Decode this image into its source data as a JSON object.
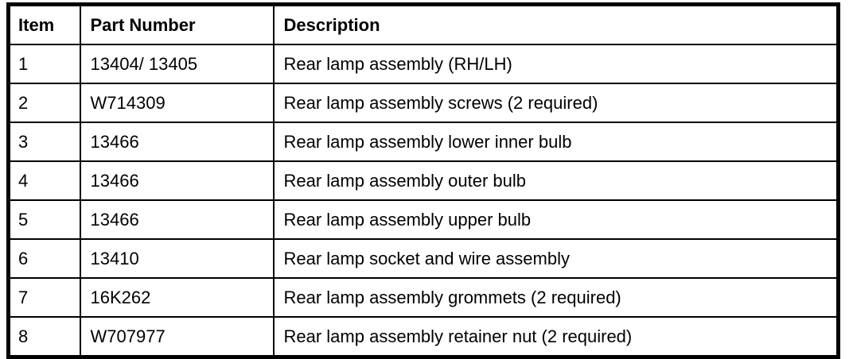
{
  "table": {
    "columns": [
      "Item",
      "Part Number",
      "Description"
    ],
    "rows": [
      {
        "item": "1",
        "part_number": "13404/ 13405",
        "description": "Rear lamp assembly (RH/LH)"
      },
      {
        "item": "2",
        "part_number": "W714309",
        "description": "Rear lamp assembly screws (2 required)"
      },
      {
        "item": "3",
        "part_number": "13466",
        "description": "Rear lamp assembly lower inner bulb"
      },
      {
        "item": "4",
        "part_number": "13466",
        "description": "Rear lamp assembly outer bulb"
      },
      {
        "item": "5",
        "part_number": "13466",
        "description": "Rear lamp assembly upper bulb"
      },
      {
        "item": "6",
        "part_number": "13410",
        "description": "Rear lamp socket and wire assembly"
      },
      {
        "item": "7",
        "part_number": "16K262",
        "description": "Rear lamp assembly grommets (2 required)"
      },
      {
        "item": "8",
        "part_number": "W707977",
        "description": "Rear lamp assembly retainer nut (2 required)"
      }
    ],
    "colors": {
      "border": "#000000",
      "background": "#ffffff",
      "text": "#000000"
    }
  }
}
